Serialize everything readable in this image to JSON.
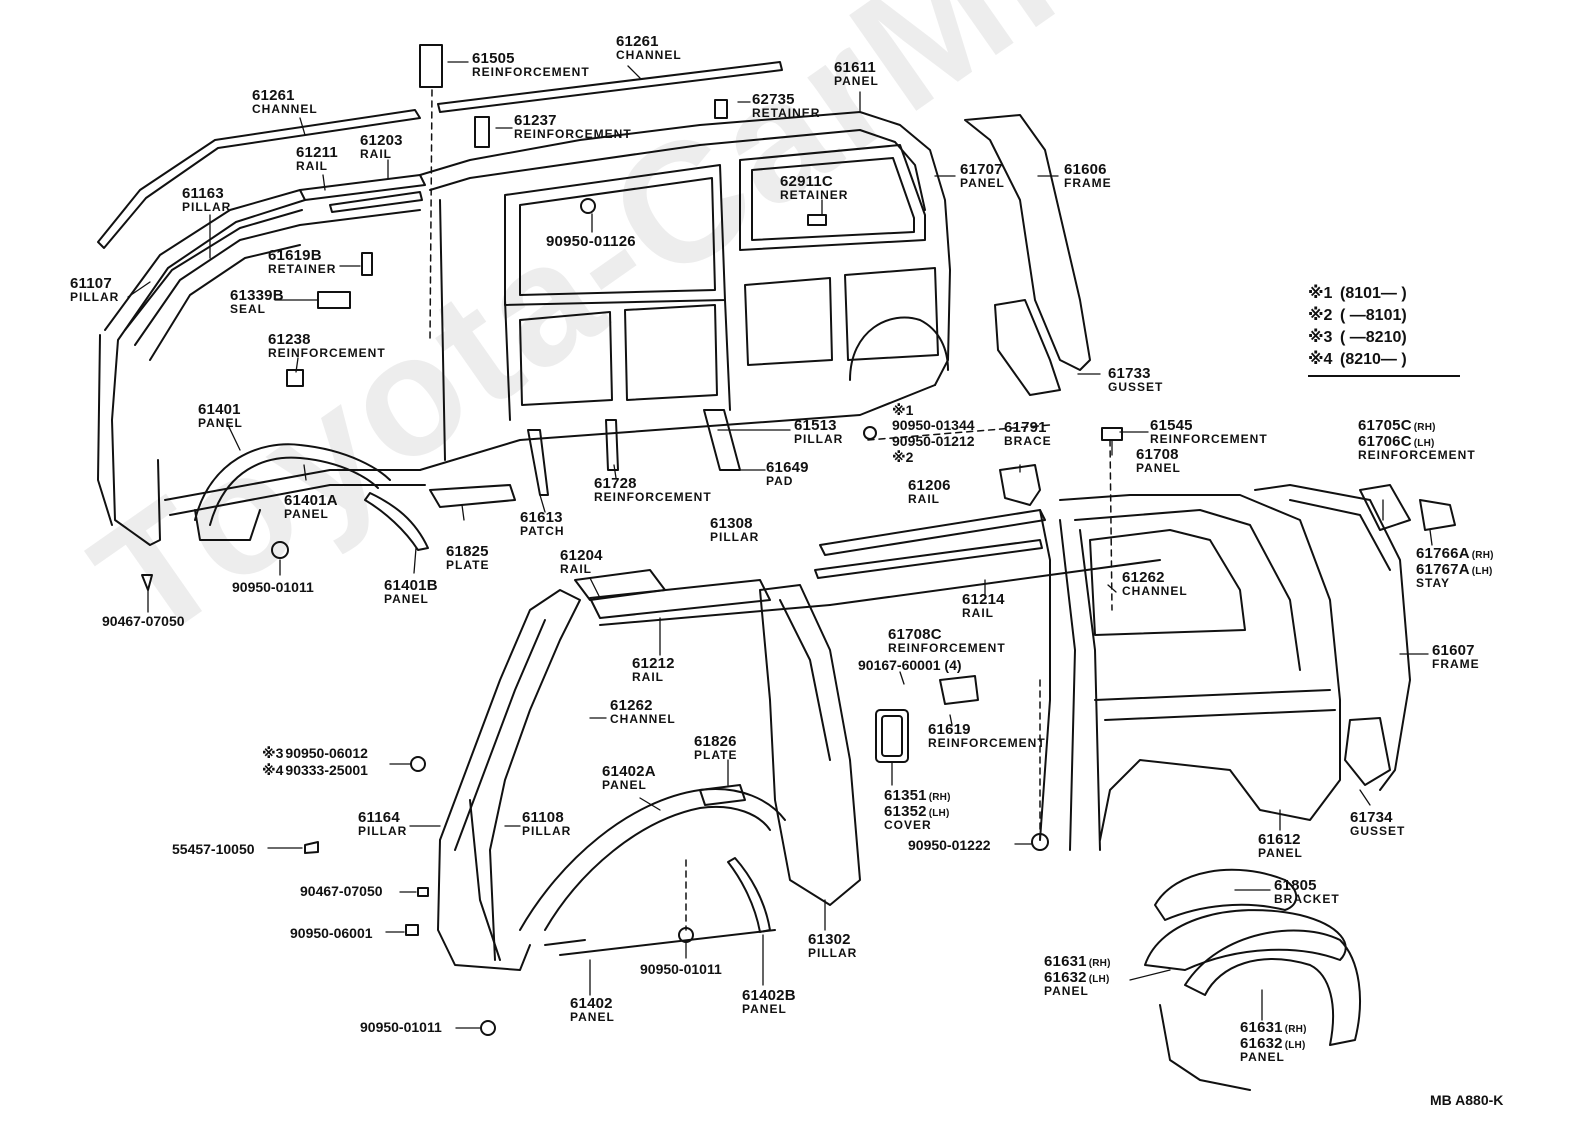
{
  "watermark": "Toyota-CarMine.ru",
  "diagram_code": "MB  A880-K",
  "legend": [
    {
      "mark": "※1",
      "range": "(8101—        )"
    },
    {
      "mark": "※2",
      "range": "(          —8101)"
    },
    {
      "mark": "※3",
      "range": "(          —8210)"
    },
    {
      "mark": "※4",
      "range": "(8210—        )"
    }
  ],
  "callouts": [
    {
      "id": "61261-top",
      "number": "61261",
      "name": "CHANNEL"
    },
    {
      "id": "61505",
      "number": "61505",
      "name": "REINFORCEMENT"
    },
    {
      "id": "61611",
      "number": "61611",
      "name": "PANEL"
    },
    {
      "id": "61261-left",
      "number": "61261",
      "name": "CHANNEL"
    },
    {
      "id": "62735",
      "number": "62735",
      "name": "RETAINER"
    },
    {
      "id": "61237",
      "number": "61237",
      "name": "REINFORCEMENT"
    },
    {
      "id": "61211",
      "number": "61211",
      "name": "RAIL"
    },
    {
      "id": "61203",
      "number": "61203",
      "name": "RAIL"
    },
    {
      "id": "61707",
      "number": "61707",
      "name": "PANEL"
    },
    {
      "id": "61606",
      "number": "61606",
      "name": "FRAME"
    },
    {
      "id": "61163",
      "number": "61163",
      "name": "PILLAR"
    },
    {
      "id": "62911C",
      "number": "62911C",
      "name": "RETAINER"
    },
    {
      "id": "90950-01126",
      "number": "90950-01126",
      "name": ""
    },
    {
      "id": "61619B",
      "number": "61619B",
      "name": "RETAINER"
    },
    {
      "id": "61107",
      "number": "61107",
      "name": "PILLAR"
    },
    {
      "id": "61339B",
      "number": "61339B",
      "name": "SEAL"
    },
    {
      "id": "61238",
      "number": "61238",
      "name": "REINFORCEMENT"
    },
    {
      "id": "61733",
      "number": "61733",
      "name": "GUSSET"
    },
    {
      "id": "61401",
      "number": "61401",
      "name": "PANEL"
    },
    {
      "id": "61513",
      "number": "61513",
      "name": "PILLAR"
    },
    {
      "id": "61791",
      "number": "61791",
      "name": "BRACE"
    },
    {
      "id": "61545",
      "number": "61545",
      "name": "REINFORCEMENT"
    },
    {
      "id": "61705C",
      "number": "61705C",
      "suffix": "(RH)",
      "name": ""
    },
    {
      "id": "61706C",
      "number": "61706C",
      "suffix": "(LH)",
      "name": "REINFORCEMENT"
    },
    {
      "id": "61708",
      "number": "61708",
      "name": "PANEL"
    },
    {
      "id": "61649",
      "number": "61649",
      "name": "PAD"
    },
    {
      "id": "61728",
      "number": "61728",
      "name": "REINFORCEMENT"
    },
    {
      "id": "61401A",
      "number": "61401A",
      "name": "PANEL"
    },
    {
      "id": "61206",
      "number": "61206",
      "name": "RAIL"
    },
    {
      "id": "61613",
      "number": "61613",
      "name": "PATCH"
    },
    {
      "id": "61825",
      "number": "61825",
      "name": "PLATE"
    },
    {
      "id": "61308",
      "number": "61308",
      "name": "PILLAR"
    },
    {
      "id": "61766A",
      "number": "61766A",
      "suffix": "(RH)",
      "name": ""
    },
    {
      "id": "61767A",
      "number": "61767A",
      "suffix": "(LH)",
      "name": "STAY"
    },
    {
      "id": "61204",
      "number": "61204",
      "name": "RAIL"
    },
    {
      "id": "90950-01011-a",
      "number": "90950-01011",
      "name": ""
    },
    {
      "id": "61401B",
      "number": "61401B",
      "name": "PANEL"
    },
    {
      "id": "61262-right",
      "number": "61262",
      "name": "CHANNEL"
    },
    {
      "id": "61214",
      "number": "61214",
      "name": "RAIL"
    },
    {
      "id": "90467-07050-a",
      "number": "90467-07050",
      "name": ""
    },
    {
      "id": "61708C",
      "number": "61708C",
      "name": "REINFORCEMENT"
    },
    {
      "id": "61607",
      "number": "61607",
      "name": "FRAME"
    },
    {
      "id": "61212",
      "number": "61212",
      "name": "RAIL"
    },
    {
      "id": "90167-60001",
      "number": "90167-60001 (4)",
      "name": ""
    },
    {
      "id": "61262-left",
      "number": "61262",
      "name": "CHANNEL"
    },
    {
      "id": "61619",
      "number": "61619",
      "name": "REINFORCEMENT"
    },
    {
      "id": "61826",
      "number": "61826",
      "name": "PLATE"
    },
    {
      "id": "61402A",
      "number": "61402A",
      "name": "PANEL"
    },
    {
      "id": "61351",
      "number": "61351",
      "suffix": "(RH)",
      "name": ""
    },
    {
      "id": "61352",
      "number": "61352",
      "suffix": "(LH)",
      "name": "COVER"
    },
    {
      "id": "61164",
      "number": "61164",
      "name": "PILLAR"
    },
    {
      "id": "61108",
      "number": "61108",
      "name": "PILLAR"
    },
    {
      "id": "61734",
      "number": "61734",
      "name": "GUSSET"
    },
    {
      "id": "61612",
      "number": "61612",
      "name": "PANEL"
    },
    {
      "id": "90950-01222",
      "number": "90950-01222",
      "name": ""
    },
    {
      "id": "61805",
      "number": "61805",
      "name": "BRACKET"
    },
    {
      "id": "61302",
      "number": "61302",
      "name": "PILLAR"
    },
    {
      "id": "61631-a",
      "number": "61631",
      "suffix": "(RH)",
      "name": ""
    },
    {
      "id": "61632-a",
      "number": "61632",
      "suffix": "(LH)",
      "name": "PANEL"
    },
    {
      "id": "90950-01011-b",
      "number": "90950-01011",
      "name": ""
    },
    {
      "id": "61402B",
      "number": "61402B",
      "name": "PANEL"
    },
    {
      "id": "61402",
      "number": "61402",
      "name": "PANEL"
    },
    {
      "id": "61631-b",
      "number": "61631",
      "suffix": "(RH)",
      "name": ""
    },
    {
      "id": "61632-b",
      "number": "61632",
      "suffix": "(LH)",
      "name": "PANEL"
    },
    {
      "id": "90950-01011-c",
      "number": "90950-01011",
      "name": ""
    },
    {
      "id": "55457-10050",
      "number": "55457-10050",
      "name": ""
    },
    {
      "id": "90467-07050-b",
      "number": "90467-07050",
      "name": ""
    },
    {
      "id": "90950-06001",
      "number": "90950-06001",
      "name": ""
    }
  ],
  "marked_parts": [
    {
      "id": "m1",
      "mark": "※1",
      "number": "90950-01344"
    },
    {
      "id": "m2",
      "mark": "※2",
      "number": "90950-01212"
    },
    {
      "id": "m3",
      "mark": "※3",
      "number": "90950-06012"
    },
    {
      "id": "m4",
      "mark": "※4",
      "number": "90333-25001"
    }
  ]
}
